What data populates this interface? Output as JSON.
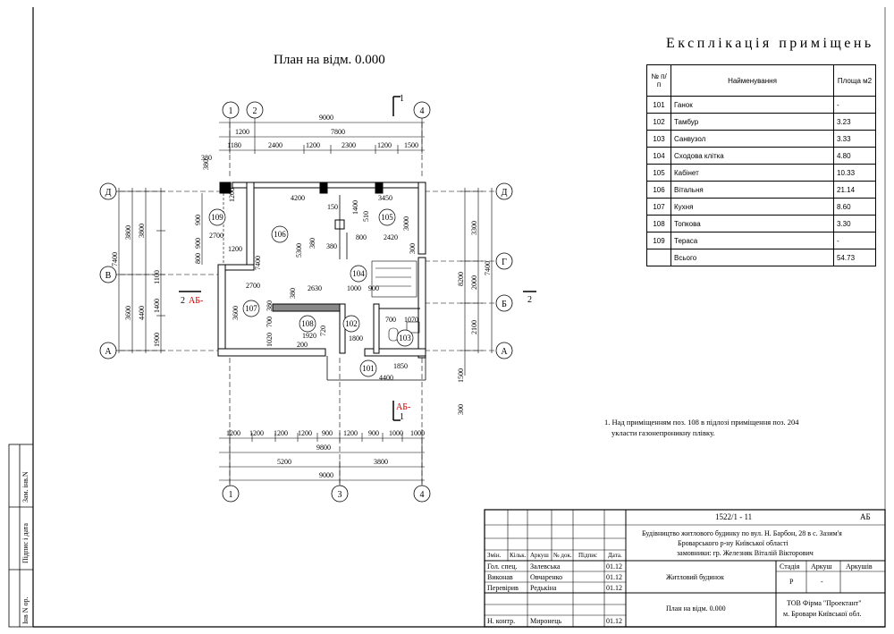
{
  "plan_title": "План на відм. 0.000",
  "explication": {
    "title": "Експлікація приміщень",
    "headers": [
      "№ п/п",
      "Найменування",
      "Площа м2"
    ],
    "rows": [
      {
        "num": "101",
        "name": "Ганок",
        "area": "-"
      },
      {
        "num": "102",
        "name": "Тамбур",
        "area": "3.23"
      },
      {
        "num": "103",
        "name": "Санвузол",
        "area": "3.33"
      },
      {
        "num": "104",
        "name": "Сходова клітка",
        "area": "4.80"
      },
      {
        "num": "105",
        "name": "Кабінет",
        "area": "10.33"
      },
      {
        "num": "106",
        "name": "Вітальня",
        "area": "21.14"
      },
      {
        "num": "107",
        "name": "Кухня",
        "area": "8.60"
      },
      {
        "num": "108",
        "name": "Топкова",
        "area": "3.30"
      },
      {
        "num": "109",
        "name": "Тераса",
        "area": "-"
      },
      {
        "num": "",
        "name": "Всього",
        "area": "54.73"
      }
    ]
  },
  "note": {
    "line1": "1. Над приміщенням поз. 108 в підлозі приміщення поз. 204",
    "line2": "укласти газонепроникну плівку."
  },
  "axes": {
    "top": [
      "1",
      "2",
      "4"
    ],
    "bottom": [
      "1",
      "3",
      "4"
    ],
    "left": [
      "Д",
      "В",
      "А"
    ],
    "right": [
      "Д",
      "Г",
      "Б",
      "А"
    ]
  },
  "section_marks": {
    "s1_top": "1",
    "s1_bottom": "1",
    "s2_left": "2",
    "s2_right": "2",
    "ab1": "АБ-",
    "ab2": "АБ-"
  },
  "dims": {
    "top_overall": "9000",
    "top_1": "1200",
    "top_2": "7800",
    "top_row": [
      "1180",
      "2400",
      "1200",
      "2300",
      "1200",
      "1500"
    ],
    "bottom_row": [
      "1200",
      "1200",
      "1200",
      "1200",
      "900",
      "1200",
      "900",
      "1000",
      "1000"
    ],
    "bottom_overall": "9800",
    "bottom_mid": [
      "5200",
      "3800"
    ],
    "bottom_axis": "9000",
    "left_outer": "7400",
    "left_mid": [
      "3800",
      "3600"
    ],
    "left_inner": [
      "3800",
      "4400"
    ],
    "left_small": [
      "900",
      "900",
      "800",
      "1100",
      "1400",
      "1900"
    ],
    "right_outer": "7400",
    "right_mid": [
      "3300",
      "2000",
      "2100"
    ],
    "right_inner": "8200",
    "right_small": [
      "1500",
      "300"
    ],
    "interior": [
      "380",
      "380",
      "1200",
      "4200",
      "3450",
      "150",
      "1400",
      "510",
      "3000",
      "2700",
      "1200",
      "5300",
      "380",
      "380",
      "800",
      "2420",
      "300",
      "2700",
      "7400",
      "380",
      "2630",
      "1000",
      "900",
      "700",
      "380",
      "3600",
      "700",
      "1070",
      "1020",
      "1920",
      "720",
      "200",
      "1800",
      "1850",
      "4400"
    ]
  },
  "rooms": [
    "101",
    "102",
    "103",
    "104",
    "105",
    "106",
    "107",
    "108",
    "109"
  ],
  "side_stamp": {
    "inv": "Інв N ор.",
    "sign": "Підпис і дата",
    "zam": "Зам. інв.N"
  },
  "title_block": {
    "code": "1522/1  -  11",
    "stage_code": "АБ",
    "project": [
      "Будівництво житлового будинку по вул. Н. Барбон, 28 в с. Зазим'я",
      "Броварського р-ну Київської області",
      "замовники: гр. Железняк Віталій Вікторович"
    ],
    "col_headers": [
      "Змін.",
      "Кільк.",
      "Аркуш",
      "№ док.",
      "Підпис",
      "Дата."
    ],
    "people": [
      {
        "role": "Гол. спец.",
        "name": "Залевська",
        "date": "01.12"
      },
      {
        "role": "Виконав",
        "name": "Овчаренко",
        "date": "01.12"
      },
      {
        "role": "Перевірив",
        "name": "Редькіна",
        "date": "01.12"
      },
      {
        "role": "Н. контр.",
        "name": "Миронець",
        "date": "01.12"
      }
    ],
    "object": "Житловий будинок",
    "sheet_name": "План на відм. 0.000",
    "stage_headers": [
      "Стадія",
      "Аркуш",
      "Аркушів"
    ],
    "stage_values": [
      "Р",
      "-",
      ""
    ],
    "company": [
      "ТОВ Фірма \"Проектант\"",
      "м. Бровари Київської обл."
    ]
  }
}
